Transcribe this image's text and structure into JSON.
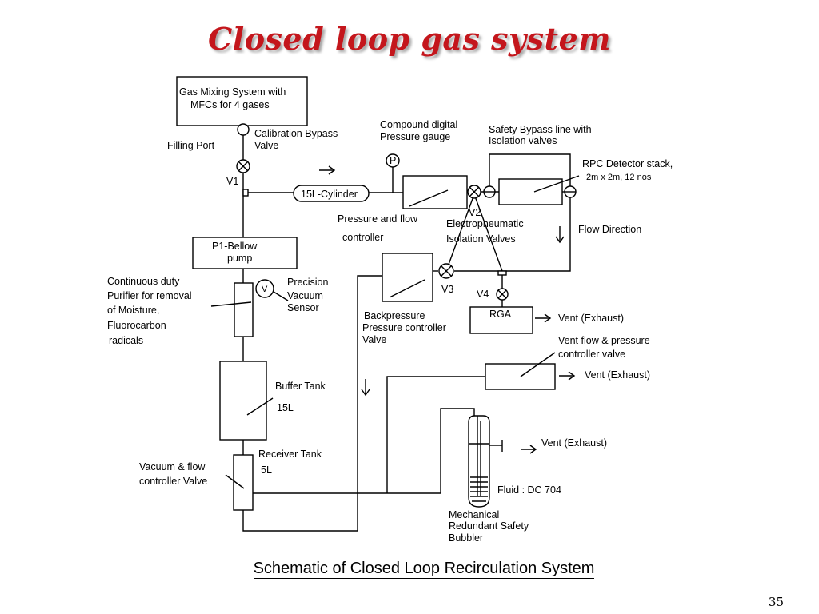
{
  "slide": {
    "title": "Closed loop gas system",
    "caption": "Schematic of Closed Loop Recirculation System",
    "page_number": "35"
  },
  "colors": {
    "title": "#c4161c",
    "line": "#000000"
  },
  "labels": {
    "gas_mixing_1": "Gas Mixing System with",
    "gas_mixing_2": "MFCs for 4 gases",
    "calibration_1": "Calibration Bypass",
    "calibration_2": "Valve",
    "filling_port": "Filling Port",
    "compound_1": "Compound digital",
    "compound_2": "Pressure gauge",
    "safety_bypass_1": "Safety Bypass line with",
    "safety_bypass_2": "Isolation valves",
    "rpc_1": "RPC Detector stack,",
    "rpc_2": "2m x 2m, 12 nos",
    "v1": "V1",
    "v2": "V2",
    "v3": "V3",
    "v4": "V4",
    "cylinder": "15L-Cylinder",
    "p_gauge": "P",
    "pf_controller_1": "Pressure and flow",
    "pf_controller_2": "controller",
    "electropneumatic_1": "Electropneumatic",
    "electropneumatic_2": "Isolation Valves",
    "flow_direction": "Flow Direction",
    "bellow_pump_1": "P1-Bellow",
    "bellow_pump_2": "pump",
    "purifier_1": "Continuous duty",
    "purifier_2": "Purifier for removal",
    "purifier_3": "of Moisture,",
    "purifier_4": "Fluorocarbon",
    "purifier_5": "radicals",
    "vacuum_v": "V",
    "precision_1": "Precision",
    "precision_2": "Vacuum",
    "precision_3": "Sensor",
    "backpressure_1": "Backpressure",
    "backpressure_2": "Pressure controller",
    "backpressure_3": "Valve",
    "rga": "RGA",
    "vent_1": "Vent (Exhaust)",
    "vent_flow_1": "Vent flow & pressure",
    "vent_flow_2": "controller valve",
    "vent_2": "Vent (Exhaust)",
    "buffer_1": "Buffer Tank",
    "buffer_2": "15L",
    "vent_3": "Vent (Exhaust)",
    "receiver_1": "Receiver Tank",
    "receiver_2": "5L",
    "vacuum_flow_1": "Vacuum & flow",
    "vacuum_flow_2": "controller Valve",
    "fluid": "Fluid : DC 704",
    "bubbler_1": "Mechanical",
    "bubbler_2": "Redundant Safety",
    "bubbler_3": "Bubbler"
  }
}
